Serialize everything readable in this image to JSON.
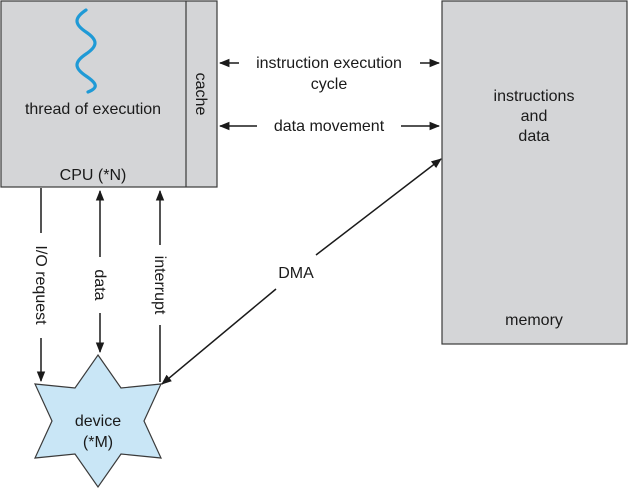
{
  "cpu": {
    "label": "CPU (*N)",
    "thread_label": "thread of execution",
    "cache_label": "cache"
  },
  "memory": {
    "label": "memory",
    "content_line1": "instructions",
    "content_line2": "and",
    "content_line3": "data"
  },
  "device": {
    "label_line1": "device",
    "label_line2": "(*M)"
  },
  "connections": {
    "instruction_cycle_line1": "instruction execution",
    "instruction_cycle_line2": "cycle",
    "data_movement": "data movement",
    "io_request": "I/O request",
    "data": "data",
    "interrupt": "interrupt",
    "dma": "DMA"
  },
  "colors": {
    "box_fill": "#d4d5d7",
    "device_fill": "#c9e6f6",
    "thread_squiggle": "#1f9ad6"
  }
}
